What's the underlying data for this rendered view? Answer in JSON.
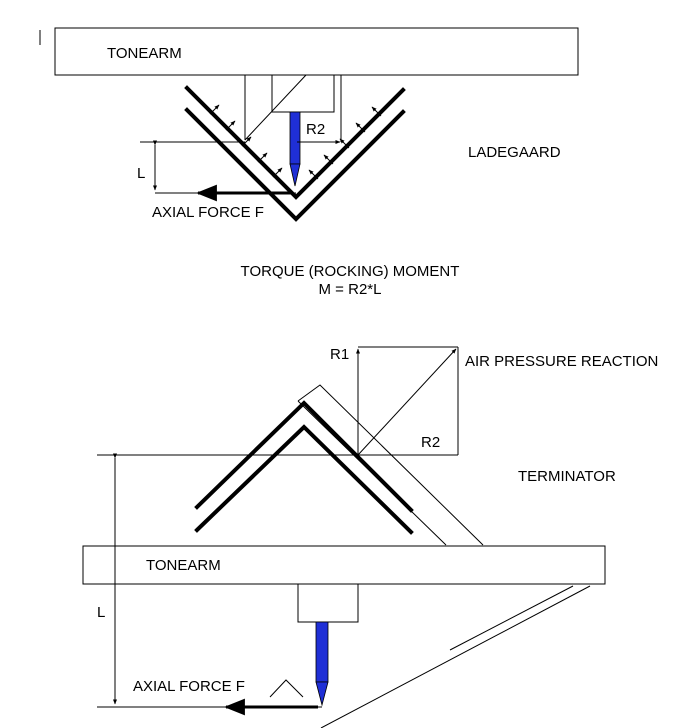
{
  "top_diagram": {
    "tonearm_label": "TONEARM",
    "r2_label": "R2",
    "l_label": "L",
    "axial_force_label": "AXIAL FORCE F",
    "bearing_name": "LADEGAARD"
  },
  "moment_caption": {
    "line1": "TORQUE (ROCKING) MOMENT",
    "line2": "M = R2*L"
  },
  "bottom_diagram": {
    "r1_label": "R1",
    "r2_label": "R2",
    "air_pressure_label": "AIR PRESSURE REACTION",
    "bearing_name": "TERMINATOR",
    "tonearm_label": "TONEARM",
    "l_label": "L",
    "axial_force_label": "AXIAL FORCE F"
  },
  "colors": {
    "stylus": "#1f2fd6",
    "line": "#000000",
    "background": "#ffffff"
  }
}
